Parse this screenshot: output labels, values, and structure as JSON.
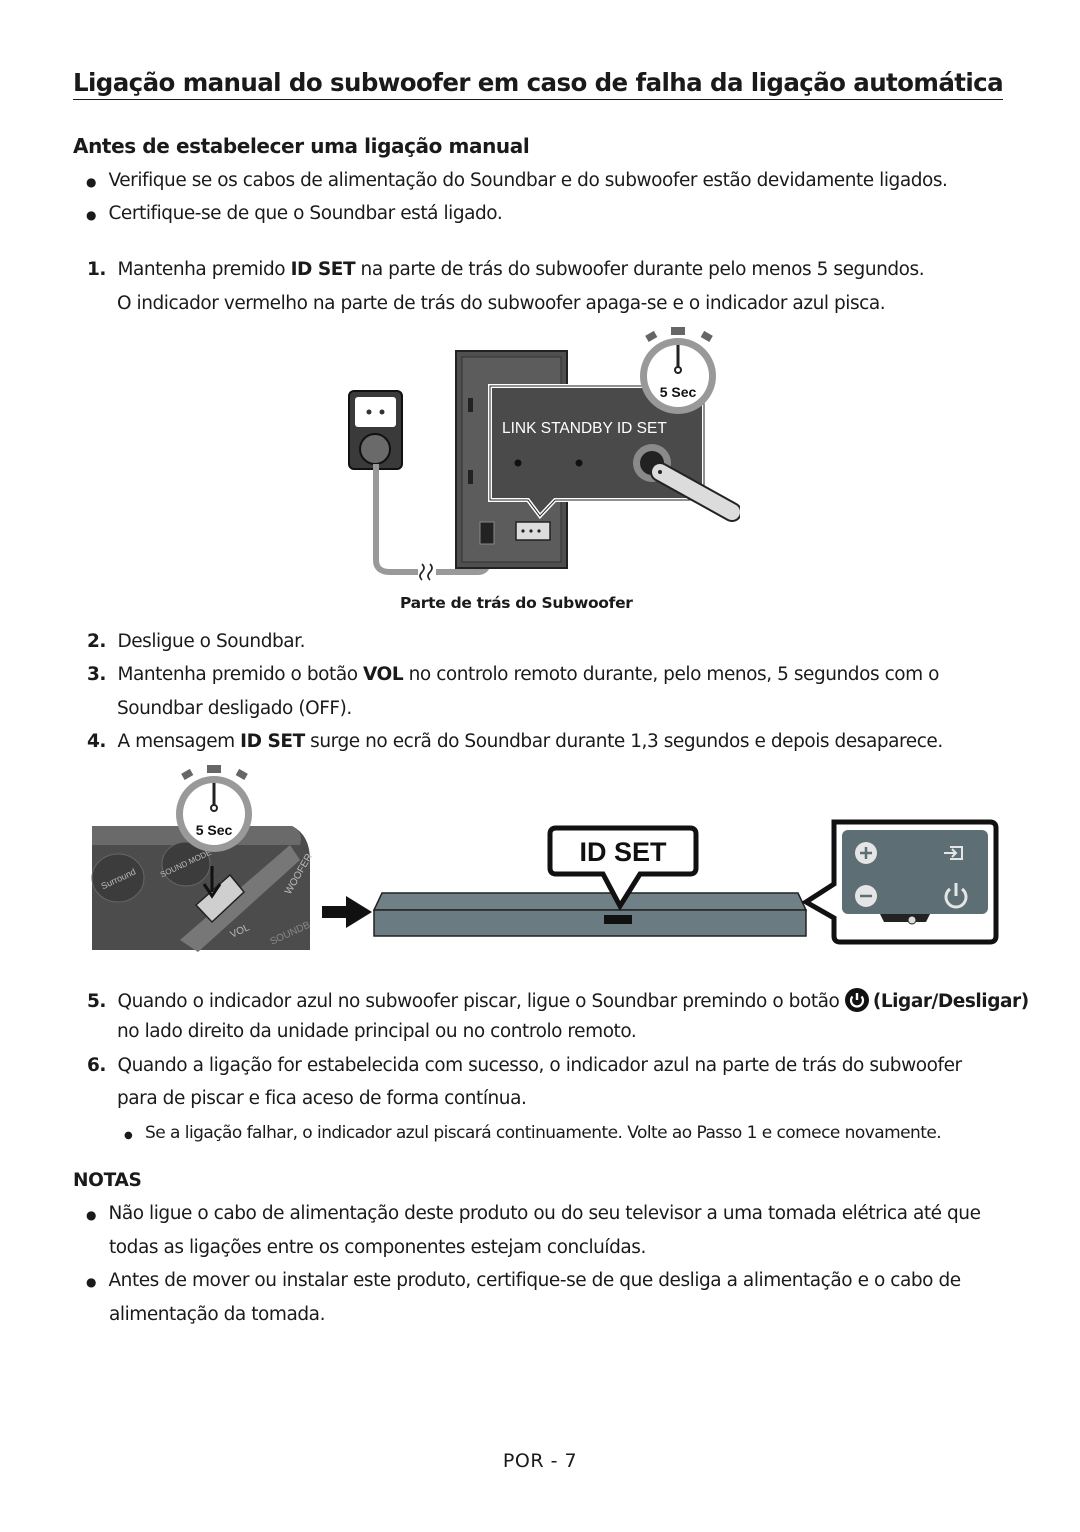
{
  "page": {
    "title": "Ligação manual do subwoofer em caso de falha da ligação automática",
    "subtitle": "Antes de estabelecer uma ligação manual",
    "prereq_bullets": [
      "Verifique se os cabos de alimentação do Soundbar e do subwoofer estão devidamente ligados.",
      "Certifique-se de que o Soundbar está ligado."
    ],
    "step1": {
      "num": "1.",
      "pre": "Mantenha premido ",
      "kw": "ID SET",
      "post": " na parte de trás do subwoofer durante pelo menos 5 segundos.",
      "line2": "O indicador vermelho na parte de trás do subwoofer apaga-se e o indicador azul pisca."
    },
    "figure1": {
      "timer": "5 Sec",
      "panel_labels": "LINK  STANDBY  ID SET",
      "caption": "Parte de trás do Subwoofer"
    },
    "step2": {
      "num": "2.",
      "text": "Desligue o Soundbar."
    },
    "step3": {
      "num": "3.",
      "pre": "Mantenha premido o botão ",
      "kw": "VOL",
      "post": " no controlo remoto durante, pelo menos, 5 segundos com o",
      "line2": "Soundbar desligado (OFF)."
    },
    "step4": {
      "num": "4.",
      "pre": "A mensagem ",
      "kw": "ID SET",
      "post": " surge no ecrã do Soundbar durante 1,3 segundos e depois desaparece."
    },
    "figure2": {
      "timer": "5 Sec",
      "display_text": "ID SET",
      "remote_labels": {
        "surround": "Surround",
        "sound_mode": "SOUND MODE",
        "woofer": "WOOFER",
        "vol": "VOL",
        "soundbar": "SOUNDB"
      }
    },
    "step5": {
      "num": "5.",
      "pre": "Quando o indicador azul no subwoofer piscar, ligue o Soundbar premindo o botão ",
      "kw": "(Ligar/Desligar)",
      "line2": "no lado direito da unidade principal ou no controlo remoto."
    },
    "step6": {
      "num": "6.",
      "text": "Quando a ligação for estabelecida com sucesso, o indicador azul na parte de trás do subwoofer",
      "line2": "para de piscar e fica aceso de forma contínua.",
      "sub_bullet": "Se a ligação falhar, o indicador azul piscará continuamente. Volte ao Passo 1 e comece novamente."
    },
    "notes": {
      "heading": "NOTAS",
      "items": [
        {
          "line1": "Não ligue o cabo de alimentação deste produto ou do seu televisor a uma tomada elétrica até que",
          "line2": "todas as ligações entre os componentes estejam concluídas."
        },
        {
          "line1": "Antes de mover ou instalar este produto, certifique-se de que desliga a alimentação e o cabo de",
          "line2": "alimentação da tomada."
        }
      ]
    },
    "footer": "POR - 7"
  }
}
